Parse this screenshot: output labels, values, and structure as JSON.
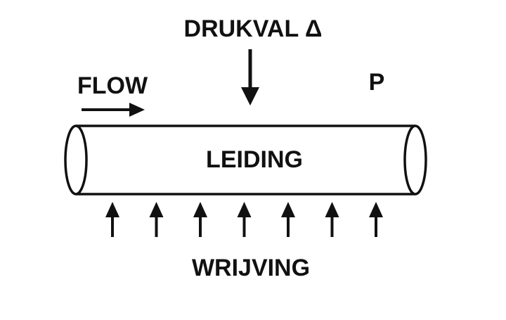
{
  "labels": {
    "pressure_drop": "DRUKVAL Δ",
    "flow": "FLOW",
    "pressure": "P",
    "pipe": "LEIDING",
    "friction": "WRIJVING"
  },
  "friction_arrow_count": 7,
  "colors": {
    "ink": "#111111",
    "background": "#ffffff"
  }
}
